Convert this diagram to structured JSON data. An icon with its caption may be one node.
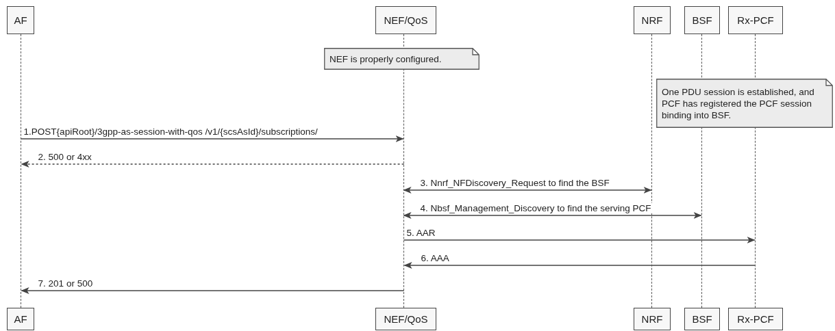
{
  "diagram": {
    "nodes": [
      {
        "text": [
          "AF"
        ]
      },
      {
        "text": [
          "NEF/QoS"
        ]
      },
      {
        "text": [
          "NRF"
        ]
      },
      {
        "text": [
          "BSF"
        ]
      },
      {
        "text": [
          "Rx-PCF"
        ]
      },
      {
        "text": [
          "AF"
        ]
      },
      {
        "text": [
          "NEF/QoS"
        ]
      },
      {
        "text": [
          "NRF"
        ]
      },
      {
        "text": [
          "BSF"
        ]
      },
      {
        "text": [
          "Rx-PCF"
        ]
      },
      {
        "text": [
          "NEF is properly configured."
        ]
      },
      {
        "text": [
          "One PDU session is established, and PCF has registered the PCF session binding into BSF."
        ]
      },
      {
        "text": [],
        "shape": "line"
      },
      {
        "text": [],
        "shape": "line"
      },
      {
        "text": [],
        "shape": "line"
      },
      {
        "text": [],
        "shape": "line"
      },
      {
        "text": [],
        "shape": "line"
      }
    ],
    "edges": [
      {
        "from": 12,
        "to": 13,
        "arrow": "to",
        "label": "1.POST{apiRoot}/3gpp-as-session-with-qos /v1/{scsAsId}/subscriptions/"
      },
      {
        "from": 13,
        "to": 12,
        "arrow": "to",
        "style": "dashed",
        "label": "2. 500 or 4xx"
      },
      {
        "from": 13,
        "to": 14,
        "arrow": "both",
        "label": "3. Nnrf_NFDiscovery_Request to find the BSF"
      },
      {
        "from": 13,
        "to": 15,
        "arrow": "both",
        "label": "4. Nbsf_Management_Discovery to find the serving PCF"
      },
      {
        "from": 13,
        "to": 16,
        "arrow": "to",
        "label": "5. AAR"
      },
      {
        "from": 16,
        "to": 13,
        "arrow": "to",
        "label": "6. AAA"
      },
      {
        "from": 13,
        "to": 12,
        "arrow": "to",
        "label": "7. 201 or 500"
      }
    ]
  }
}
